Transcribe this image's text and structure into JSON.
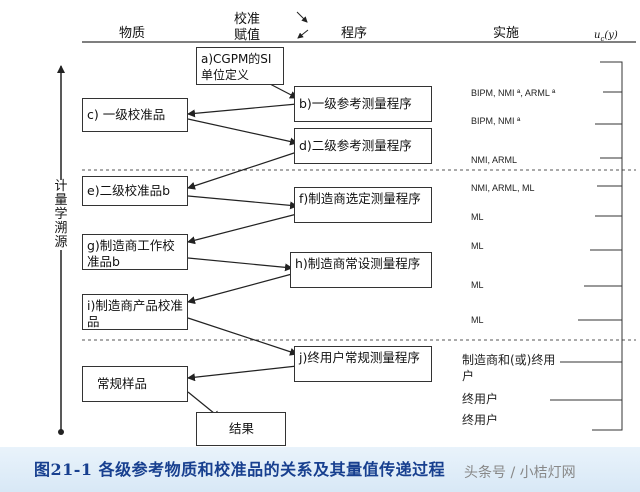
{
  "headers": {
    "substance": "物质",
    "calibration": "校准",
    "assignment": "赋值",
    "procedure": "程序",
    "implementation": "实施",
    "uncertainty": "uc(y)"
  },
  "axis_label": "计量学溯源",
  "boxes": {
    "a": "a)CGPM的SI单位定义",
    "b": "b)一级参考测量程序",
    "c": "c) 一级校准品",
    "d": "d)二级参考测量程序",
    "e": "e)二级校准品b",
    "f": "f)制造商选定测量程序",
    "g": "g)制造商工作校准品b",
    "h": "h)制造商常设测量程序",
    "i": "i)制造商产品校准品",
    "j": "j)终用户常规测量程序",
    "routine": "常规样品",
    "result": "结果"
  },
  "implementation": [
    "BIPM, NMI ª, ARML ª",
    "BIPM, NMI ª",
    "NMI, ARML",
    "NMI, ARML, ML",
    "ML",
    "ML",
    "ML",
    "ML"
  ],
  "implementation_cn": [
    "制造商和(或)终用户",
    "终用户",
    "终用户"
  ],
  "caption": "图21-1  各级参考物质和校准品的关系及其量值传递过程",
  "watermark": "头条号 / 小桔灯网"
}
